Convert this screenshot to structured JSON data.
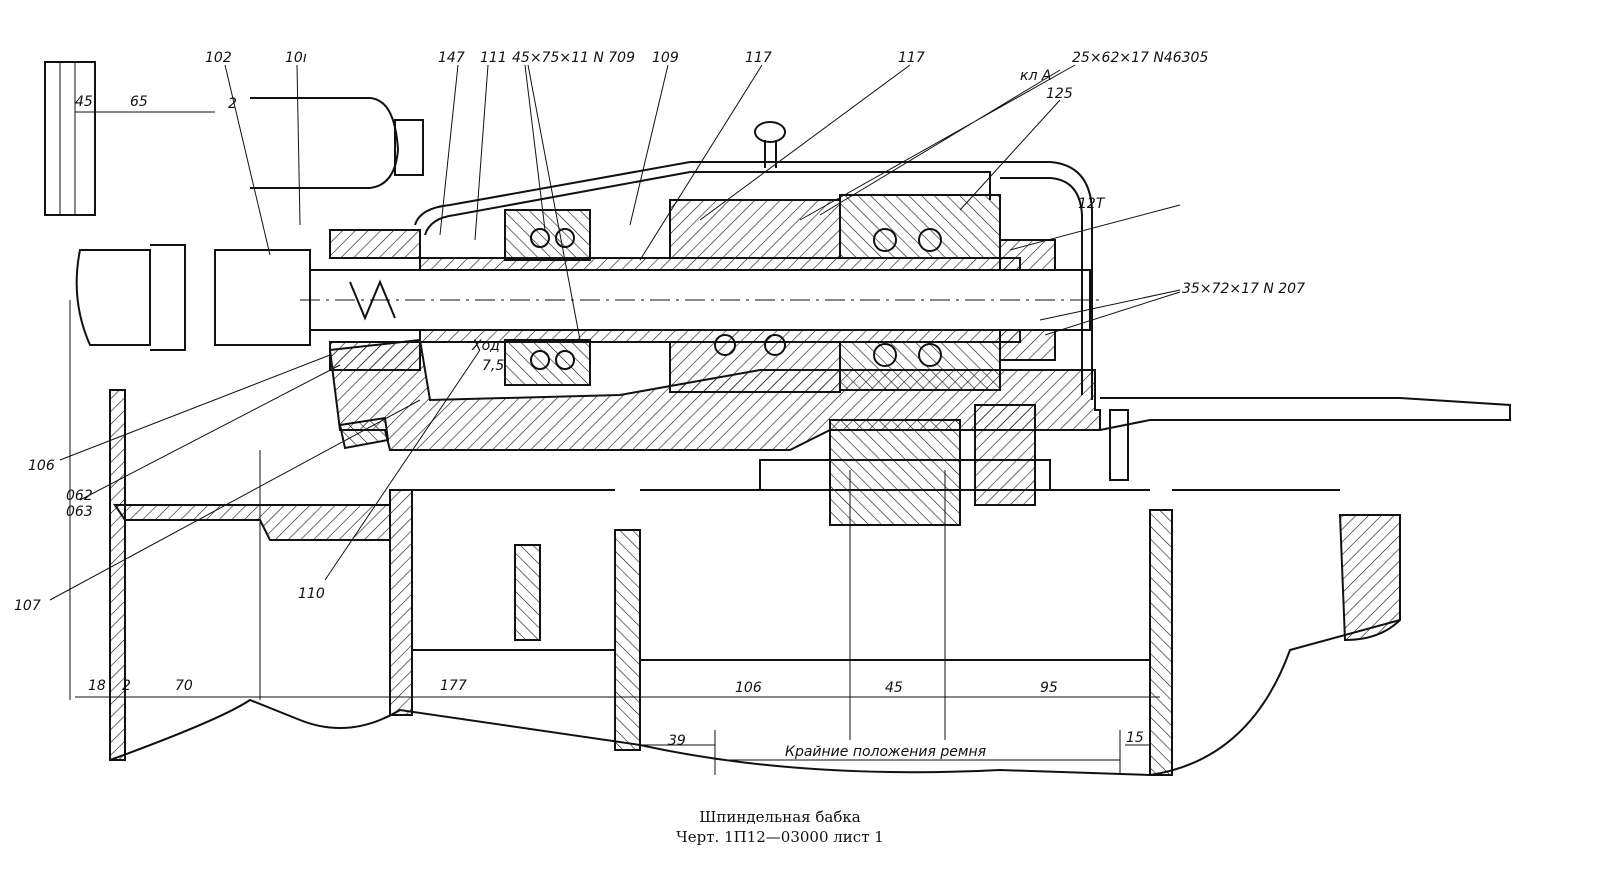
{
  "drawing": {
    "callouts": {
      "c102": "102",
      "c101": "10ı",
      "c147": "147",
      "c111": "111",
      "bearing_709": "45×75×11 N 709",
      "c109": "109",
      "c117a": "117",
      "c117b": "117",
      "bearing_46305": "25×62×17 N46305",
      "bearing_class": "кл A",
      "c125": "125",
      "c127": "12T",
      "bearing_207": "35×72×17  N 207",
      "c106": "106",
      "c062": "062",
      "c063": "063",
      "c107": "107",
      "c110": "110",
      "stroke_label": "Ход",
      "stroke_value": "7,5"
    },
    "dimensions": {
      "d45": "45",
      "d65": "65",
      "d2top": "2",
      "d18": "18",
      "d2": "2",
      "d70": "70",
      "d177": "177",
      "d106": "106",
      "d45b": "45",
      "d95": "95",
      "d39": "39",
      "d15": "15",
      "belt_positions": "Крайние положения ремня"
    },
    "caption": {
      "title": "Шпиндельная бабка",
      "sheet": "Черт. 1П12—03000 лист 1"
    }
  }
}
